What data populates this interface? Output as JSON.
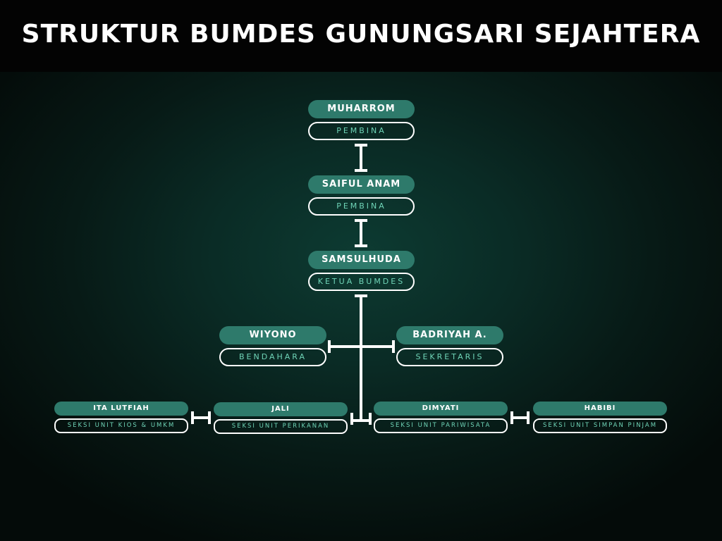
{
  "title": "STRUKTUR BUMDES GUNUNGSARI SEJAHTERA",
  "colors": {
    "name_fill": "#2e7a6b",
    "role_text": "#6fd4b7",
    "connector": "#ffffff"
  },
  "nodes": {
    "muharrom": {
      "name": "MUHARROM",
      "role": "PEMBINA"
    },
    "saiful": {
      "name": "SAIFUL ANAM",
      "role": "PEMBINA"
    },
    "samsulhuda": {
      "name": "SAMSULHUDA",
      "role": "KETUA BUMDES"
    },
    "wiyono": {
      "name": "WIYONO",
      "role": "BENDAHARA"
    },
    "badriyah": {
      "name": "BADRIYAH A.",
      "role": "SEKRETARIS"
    },
    "ita": {
      "name": "ITA LUTFIAH",
      "role": "SEKSI UNIT KIOS & UMKM"
    },
    "jali": {
      "name": "JALI",
      "role": "SEKSI UNIT PERIKANAN"
    },
    "dimyati": {
      "name": "DIMYATI",
      "role": "SEKSI UNIT PARIWISATA"
    },
    "habibi": {
      "name": "HABIBI",
      "role": "SEKSI UNIT SIMPAN PINJAM"
    }
  }
}
